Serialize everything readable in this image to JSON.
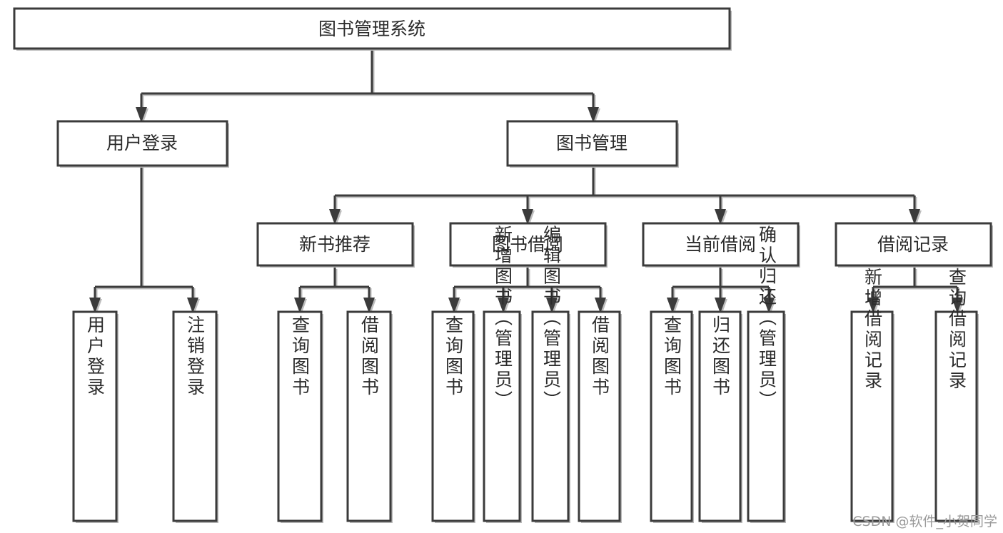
{
  "diagram": {
    "type": "tree-hierarchy-flowchart",
    "title": "图书管理系统",
    "watermark": "CSDN @软件_小贺同学",
    "colors": {
      "stroke": "#3b3b3b",
      "fill": "#ffffff",
      "text": "#2b2b2b",
      "shadow": "#bdbdbd",
      "watermark": "#9a9a9a"
    },
    "nodes": {
      "root": {
        "label": "图书管理系统"
      },
      "level2": [
        {
          "id": "user-login",
          "label": "用户登录"
        },
        {
          "id": "book-manage",
          "label": "图书管理"
        }
      ],
      "level3": [
        {
          "id": "new-book-rec",
          "label": "新书推荐"
        },
        {
          "id": "book-borrow",
          "label": "图书借阅"
        },
        {
          "id": "current-borrow",
          "label": "当前借阅"
        },
        {
          "id": "borrow-record",
          "label": "借阅记录"
        }
      ],
      "leaves": {
        "user-login": [
          {
            "id": "leaf-user-login",
            "label": "用户登录"
          },
          {
            "id": "leaf-user-logout",
            "label": "注销登录"
          }
        ],
        "new-book-rec": [
          {
            "id": "leaf-query-book-1",
            "label": "查询图书"
          },
          {
            "id": "leaf-borrow-book-1",
            "label": "借阅图书"
          }
        ],
        "book-borrow": [
          {
            "id": "leaf-query-book-2",
            "label": "查询图书"
          },
          {
            "id": "leaf-add-book",
            "label": "新增图书（管理员）"
          },
          {
            "id": "leaf-edit-book",
            "label": "编辑图书（管理员）"
          },
          {
            "id": "leaf-borrow-book-2",
            "label": "借阅图书"
          }
        ],
        "current-borrow": [
          {
            "id": "leaf-query-book-3",
            "label": "查询图书"
          },
          {
            "id": "leaf-return-book",
            "label": "归还图书"
          },
          {
            "id": "leaf-confirm-return",
            "label": "确认归还（管理员）"
          }
        ],
        "borrow-record": [
          {
            "id": "leaf-add-record",
            "label": "新增借阅记录"
          },
          {
            "id": "leaf-query-record",
            "label": "查询借阅记录"
          }
        ]
      }
    }
  }
}
